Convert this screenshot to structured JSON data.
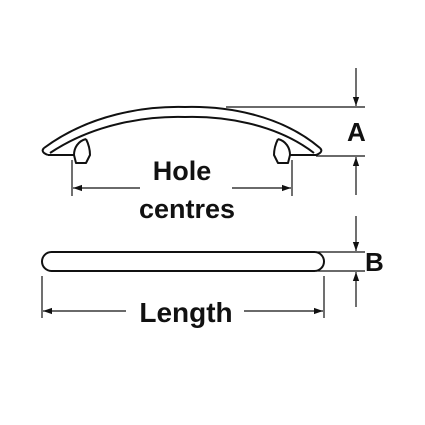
{
  "labels": {
    "hole_line1": "Hole",
    "hole_line2": "centres",
    "length": "Length",
    "dim_a": "A",
    "dim_b": "B"
  },
  "colors": {
    "ink": "#111111",
    "background": "#ffffff"
  }
}
